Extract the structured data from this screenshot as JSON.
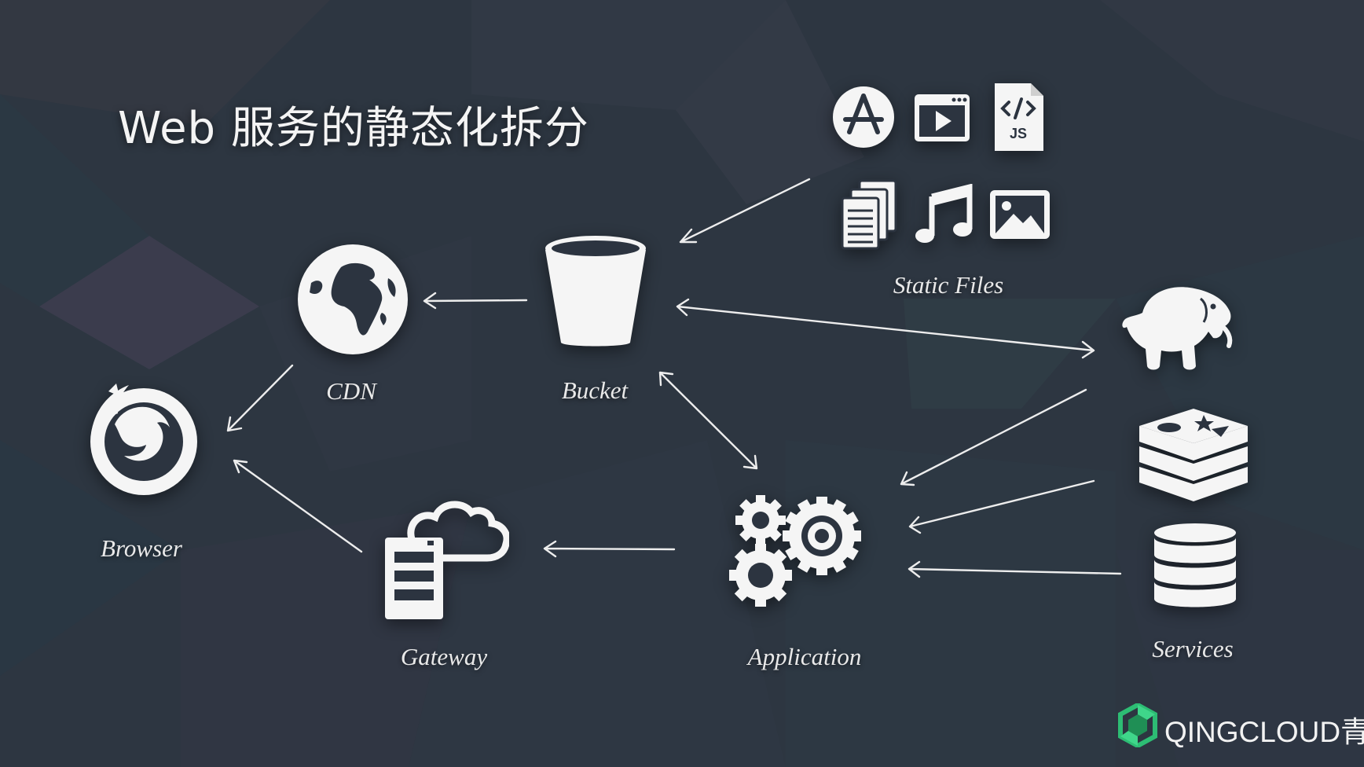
{
  "title": "Web 服务的静态化拆分",
  "nodes": {
    "browser": "Browser",
    "cdn": "CDN",
    "bucket": "Bucket",
    "gateway": "Gateway",
    "application": "Application",
    "static_files": "Static Files",
    "services": "Services"
  },
  "static_file_icons": [
    "app-store-icon",
    "video-player-icon",
    "js-file-icon",
    "documents-icon",
    "music-note-icon",
    "image-icon"
  ],
  "service_icons": [
    "hadoop-elephant-icon",
    "redis-icon",
    "database-icon"
  ],
  "brand": {
    "name": "QINGCLOUD青云",
    "accent": "#2dbd74"
  },
  "colors": {
    "background": "#2c3440",
    "foreground": "#f5f5f5"
  }
}
